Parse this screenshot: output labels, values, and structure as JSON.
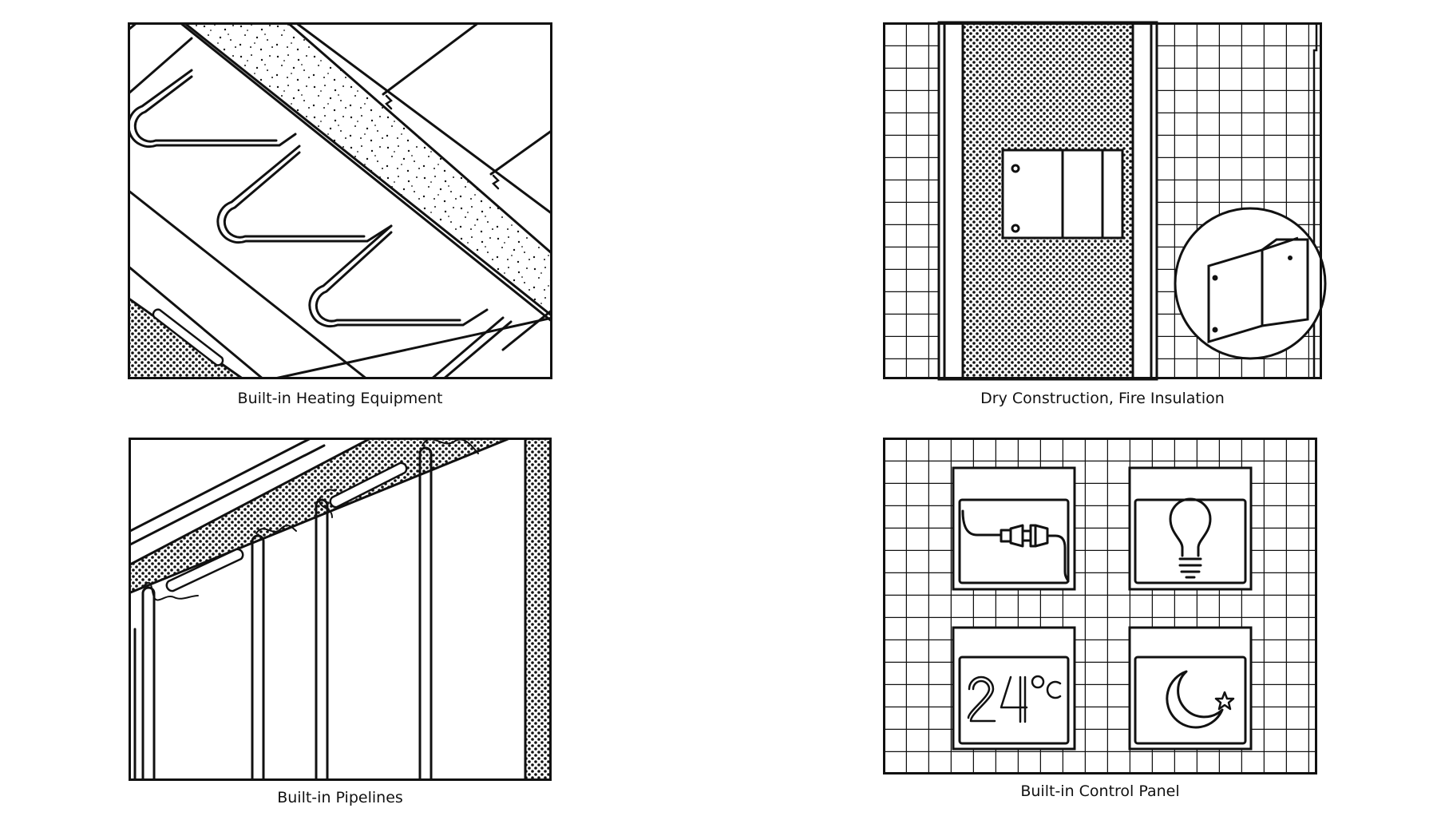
{
  "panels": {
    "heating": {
      "caption": "Built-in Heating Equipment"
    },
    "dry": {
      "caption": "Dry Construction, Fire Insulation"
    },
    "pipes": {
      "caption": "Built-in Pipelines"
    },
    "control": {
      "caption": "Built-in Control Panel",
      "temperature": "24",
      "temperature_unit": "°C",
      "icons": [
        "power-plug-icon",
        "light-bulb-icon",
        "temperature-icon",
        "moon-star-icon"
      ]
    }
  },
  "colors": {
    "stroke": "#111111",
    "background": "#ffffff"
  }
}
